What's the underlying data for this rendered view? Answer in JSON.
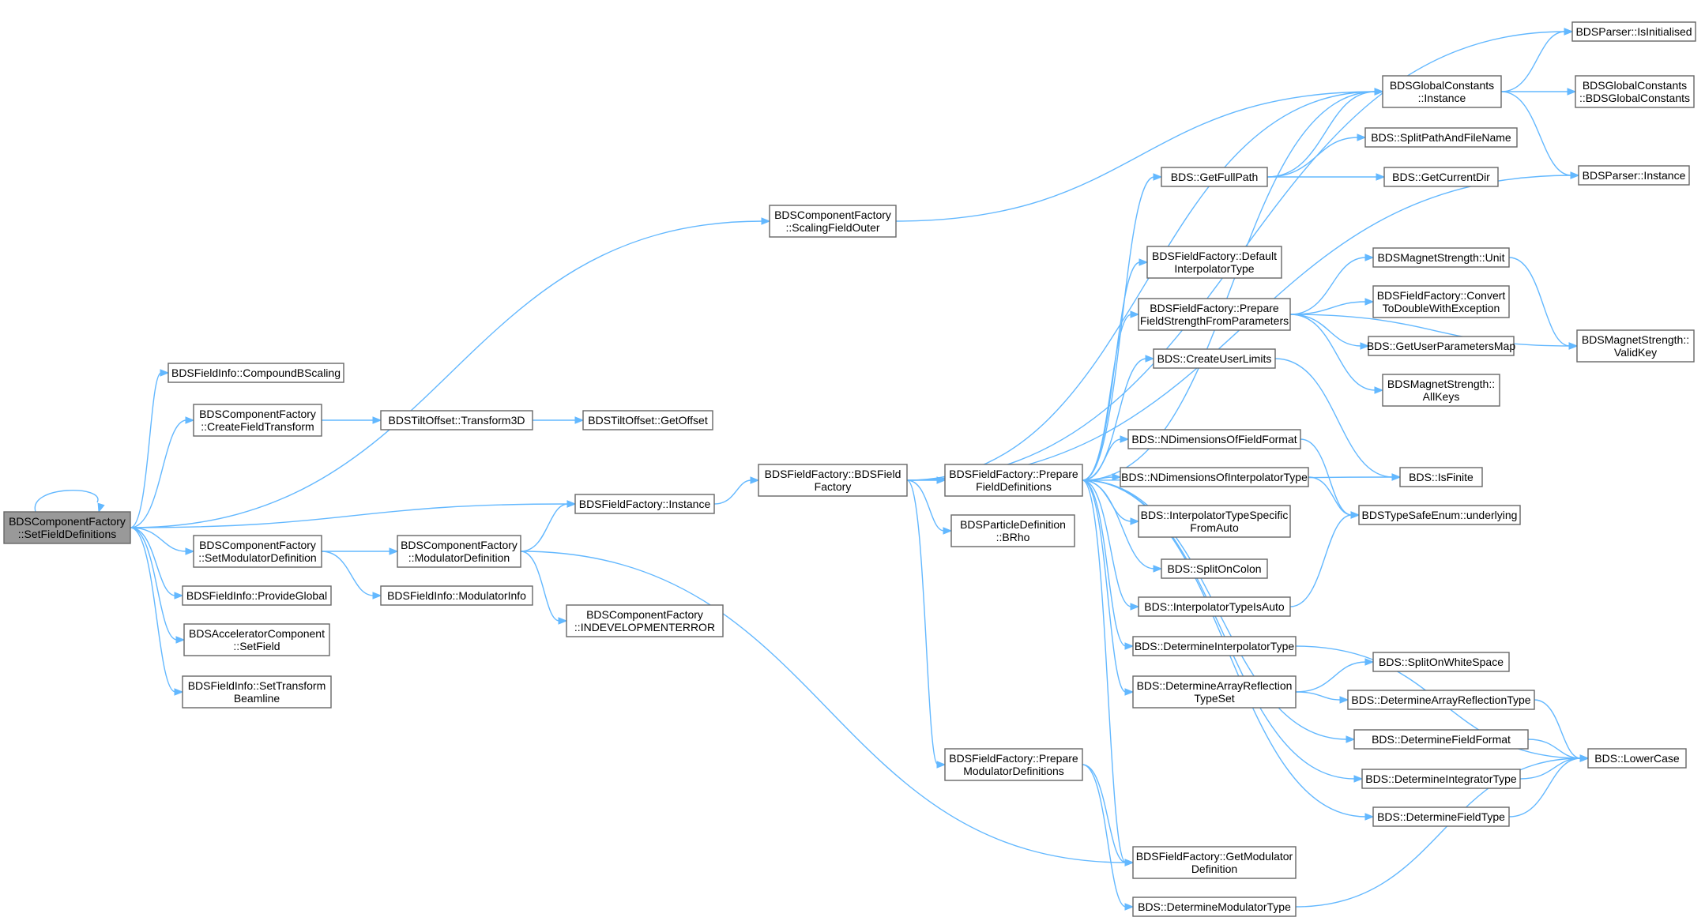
{
  "graph": {
    "title": "",
    "root": "root",
    "colors": {
      "edge": "#63b8ff",
      "node_border": "#666666",
      "root_fill": "#999999",
      "node_fill": "#ffffff"
    },
    "nodes": [
      {
        "id": "root",
        "lines": [
          "BDSComponentFactory",
          "::SetFieldDefinitions"
        ]
      },
      {
        "id": "compound",
        "lines": [
          "BDSFieldInfo::CompoundBScaling"
        ]
      },
      {
        "id": "createft",
        "lines": [
          "BDSComponentFactory",
          "::CreateFieldTransform"
        ]
      },
      {
        "id": "transform3d",
        "lines": [
          "BDSTiltOffset::Transform3D"
        ]
      },
      {
        "id": "getoffset",
        "lines": [
          "BDSTiltOffset::GetOffset"
        ]
      },
      {
        "id": "setmod",
        "lines": [
          "BDSComponentFactory",
          "::SetModulatorDefinition"
        ]
      },
      {
        "id": "provglobal",
        "lines": [
          "BDSFieldInfo::ProvideGlobal"
        ]
      },
      {
        "id": "accsetfield",
        "lines": [
          "BDSAcceleratorComponent",
          "::SetField"
        ]
      },
      {
        "id": "settransform",
        "lines": [
          "BDSFieldInfo::SetTransform",
          "Beamline"
        ]
      },
      {
        "id": "moddef",
        "lines": [
          "BDSComponentFactory",
          "::ModulatorDefinition"
        ]
      },
      {
        "id": "modinfo",
        "lines": [
          "BDSFieldInfo::ModulatorInfo"
        ]
      },
      {
        "id": "ffinstance",
        "lines": [
          "BDSFieldFactory::Instance"
        ]
      },
      {
        "id": "inderror",
        "lines": [
          "BDSComponentFactory",
          "::INDEVELOPMENTERROR"
        ]
      },
      {
        "id": "scaling",
        "lines": [
          "BDSComponentFactory",
          "::ScalingFieldOuter"
        ]
      },
      {
        "id": "bdsff",
        "lines": [
          "BDSFieldFactory::BDSField",
          "Factory"
        ]
      },
      {
        "id": "prepfield",
        "lines": [
          "BDSFieldFactory::Prepare",
          "FieldDefinitions"
        ]
      },
      {
        "id": "brho",
        "lines": [
          "BDSParticleDefinition",
          "::BRho"
        ]
      },
      {
        "id": "prepmod",
        "lines": [
          "BDSFieldFactory::Prepare",
          "ModulatorDefinitions"
        ]
      },
      {
        "id": "getfullpath",
        "lines": [
          "BDS::GetFullPath"
        ]
      },
      {
        "id": "definterp",
        "lines": [
          "BDSFieldFactory::Default",
          "InterpolatorType"
        ]
      },
      {
        "id": "prepstrength",
        "lines": [
          "BDSFieldFactory::Prepare",
          "FieldStrengthFromParameters"
        ]
      },
      {
        "id": "createul",
        "lines": [
          "BDS::CreateUserLimits"
        ]
      },
      {
        "id": "ndimfield",
        "lines": [
          "BDS::NDimensionsOfFieldFormat"
        ]
      },
      {
        "id": "ndiminterp",
        "lines": [
          "BDS::NDimensionsOfInterpolatorType"
        ]
      },
      {
        "id": "interpspec",
        "lines": [
          "BDS::InterpolatorTypeSpecific",
          "FromAuto"
        ]
      },
      {
        "id": "splitcolon",
        "lines": [
          "BDS::SplitOnColon"
        ]
      },
      {
        "id": "interpauto",
        "lines": [
          "BDS::InterpolatorTypeIsAuto"
        ]
      },
      {
        "id": "detinterp",
        "lines": [
          "BDS::DetermineInterpolatorType"
        ]
      },
      {
        "id": "detarrayset",
        "lines": [
          "BDS::DetermineArrayReflection",
          "TypeSet"
        ]
      },
      {
        "id": "getmoddef",
        "lines": [
          "BDSFieldFactory::GetModulator",
          "Definition"
        ]
      },
      {
        "id": "detmod",
        "lines": [
          "BDS::DetermineModulatorType"
        ]
      },
      {
        "id": "parserinit",
        "lines": [
          "BDSParser::IsInitialised"
        ]
      },
      {
        "id": "gcinstance",
        "lines": [
          "BDSGlobalConstants",
          "::Instance"
        ]
      },
      {
        "id": "gcctor",
        "lines": [
          "BDSGlobalConstants",
          "::BDSGlobalConstants"
        ]
      },
      {
        "id": "splitpath",
        "lines": [
          "BDS::SplitPathAndFileName"
        ]
      },
      {
        "id": "getcwd",
        "lines": [
          "BDS::GetCurrentDir"
        ]
      },
      {
        "id": "parserinst",
        "lines": [
          "BDSParser::Instance"
        ]
      },
      {
        "id": "msunit",
        "lines": [
          "BDSMagnetStrength::Unit"
        ]
      },
      {
        "id": "convdouble",
        "lines": [
          "BDSFieldFactory::Convert",
          "ToDoubleWithException"
        ]
      },
      {
        "id": "getuserparams",
        "lines": [
          "BDS::GetUserParametersMap"
        ]
      },
      {
        "id": "allkeys",
        "lines": [
          "BDSMagnetStrength::",
          "AllKeys"
        ]
      },
      {
        "id": "validkey",
        "lines": [
          "BDSMagnetStrength::",
          "ValidKey"
        ]
      },
      {
        "id": "isfinite",
        "lines": [
          "BDS::IsFinite"
        ]
      },
      {
        "id": "underlying",
        "lines": [
          "BDSTypeSafeEnum::underlying"
        ]
      },
      {
        "id": "splitws",
        "lines": [
          "BDS::SplitOnWhiteSpace"
        ]
      },
      {
        "id": "detarraytype",
        "lines": [
          "BDS::DetermineArrayReflectionType"
        ]
      },
      {
        "id": "detfieldformat",
        "lines": [
          "BDS::DetermineFieldFormat"
        ]
      },
      {
        "id": "detintegrator",
        "lines": [
          "BDS::DetermineIntegratorType"
        ]
      },
      {
        "id": "detfieldtype",
        "lines": [
          "BDS::DetermineFieldType"
        ]
      },
      {
        "id": "lowercase",
        "lines": [
          "BDS::LowerCase"
        ]
      }
    ],
    "edges": [
      [
        "root",
        "root"
      ],
      [
        "root",
        "compound"
      ],
      [
        "root",
        "createft"
      ],
      [
        "root",
        "scaling"
      ],
      [
        "root",
        "ffinstance"
      ],
      [
        "root",
        "setmod"
      ],
      [
        "root",
        "provglobal"
      ],
      [
        "root",
        "accsetfield"
      ],
      [
        "root",
        "settransform"
      ],
      [
        "createft",
        "transform3d"
      ],
      [
        "transform3d",
        "getoffset"
      ],
      [
        "setmod",
        "moddef"
      ],
      [
        "setmod",
        "modinfo"
      ],
      [
        "moddef",
        "ffinstance"
      ],
      [
        "moddef",
        "inderror"
      ],
      [
        "moddef",
        "getmoddef"
      ],
      [
        "scaling",
        "gcinstance"
      ],
      [
        "ffinstance",
        "bdsff"
      ],
      [
        "bdsff",
        "parserinit"
      ],
      [
        "bdsff",
        "gcinstance"
      ],
      [
        "bdsff",
        "parserinst"
      ],
      [
        "bdsff",
        "prepfield"
      ],
      [
        "bdsff",
        "brho"
      ],
      [
        "bdsff",
        "prepmod"
      ],
      [
        "prepfield",
        "gcinstance"
      ],
      [
        "prepfield",
        "getfullpath"
      ],
      [
        "prepfield",
        "definterp"
      ],
      [
        "prepfield",
        "prepstrength"
      ],
      [
        "prepfield",
        "createul"
      ],
      [
        "prepfield",
        "isfinite"
      ],
      [
        "prepfield",
        "ndimfield"
      ],
      [
        "prepfield",
        "ndiminterp"
      ],
      [
        "prepfield",
        "interpspec"
      ],
      [
        "prepfield",
        "splitcolon"
      ],
      [
        "prepfield",
        "interpauto"
      ],
      [
        "prepfield",
        "detinterp"
      ],
      [
        "prepfield",
        "detarrayset"
      ],
      [
        "prepfield",
        "detfieldformat"
      ],
      [
        "prepfield",
        "detintegrator"
      ],
      [
        "prepfield",
        "detfieldtype"
      ],
      [
        "prepfield",
        "getmoddef"
      ],
      [
        "prepmod",
        "getmoddef"
      ],
      [
        "prepmod",
        "detmod"
      ],
      [
        "getfullpath",
        "gcinstance"
      ],
      [
        "getfullpath",
        "splitpath"
      ],
      [
        "getfullpath",
        "getcwd"
      ],
      [
        "gcinstance",
        "parserinit"
      ],
      [
        "gcinstance",
        "gcctor"
      ],
      [
        "gcinstance",
        "parserinst"
      ],
      [
        "prepstrength",
        "msunit"
      ],
      [
        "prepstrength",
        "convdouble"
      ],
      [
        "prepstrength",
        "getuserparams"
      ],
      [
        "prepstrength",
        "allkeys"
      ],
      [
        "prepstrength",
        "validkey"
      ],
      [
        "msunit",
        "validkey"
      ],
      [
        "createul",
        "isfinite"
      ],
      [
        "ndimfield",
        "underlying"
      ],
      [
        "ndiminterp",
        "underlying"
      ],
      [
        "interpauto",
        "underlying"
      ],
      [
        "detarrayset",
        "splitws"
      ],
      [
        "detarrayset",
        "detarraytype"
      ],
      [
        "detinterp",
        "lowercase"
      ],
      [
        "detarraytype",
        "lowercase"
      ],
      [
        "detfieldformat",
        "lowercase"
      ],
      [
        "detintegrator",
        "lowercase"
      ],
      [
        "detfieldtype",
        "lowercase"
      ],
      [
        "detmod",
        "lowercase"
      ]
    ]
  }
}
